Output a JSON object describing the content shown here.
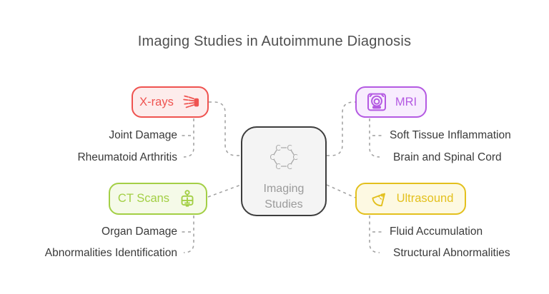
{
  "title": {
    "text": "Imaging Studies in Autoimmune Diagnosis",
    "color": "#4f4f4f"
  },
  "center": {
    "label_lines": [
      "Imaging",
      "Studies"
    ],
    "icon": "molecule-icon",
    "border_color": "#3d3d3d",
    "fill": "#f4f4f4",
    "text_color": "#9b9b9b",
    "icon_color": "#a9a9a9"
  },
  "branches": [
    {
      "id": "x-rays",
      "label": "X-rays",
      "icon": "xray-hand-icon",
      "color": "#ef5350",
      "fill": "#fdecec",
      "items": [
        "Joint Damage",
        "Rheumatoid Arthritis"
      ]
    },
    {
      "id": "mri",
      "label": "MRI",
      "icon": "mri-machine-icon",
      "color": "#b45ae2",
      "fill": "#f8edfe",
      "items": [
        "Soft Tissue Inflammation",
        "Brain and Spinal Cord"
      ]
    },
    {
      "id": "ct-scans",
      "label": "CT Scans",
      "icon": "ct-scanner-icon",
      "color": "#a3cf45",
      "fill": "#f5fae8",
      "items": [
        "Organ Damage",
        "Abnormalities Identification"
      ]
    },
    {
      "id": "ultrasound",
      "label": "Ultrasound",
      "icon": "ultrasound-probe-icon",
      "color": "#e3c01d",
      "fill": "#fdf9e2",
      "items": [
        "Fluid Accumulation",
        "Structural Abnormalities"
      ]
    }
  ],
  "colors": {
    "connector": "#9f9f9f",
    "item_text": "#3a3a3a",
    "background": "#ffffff"
  }
}
